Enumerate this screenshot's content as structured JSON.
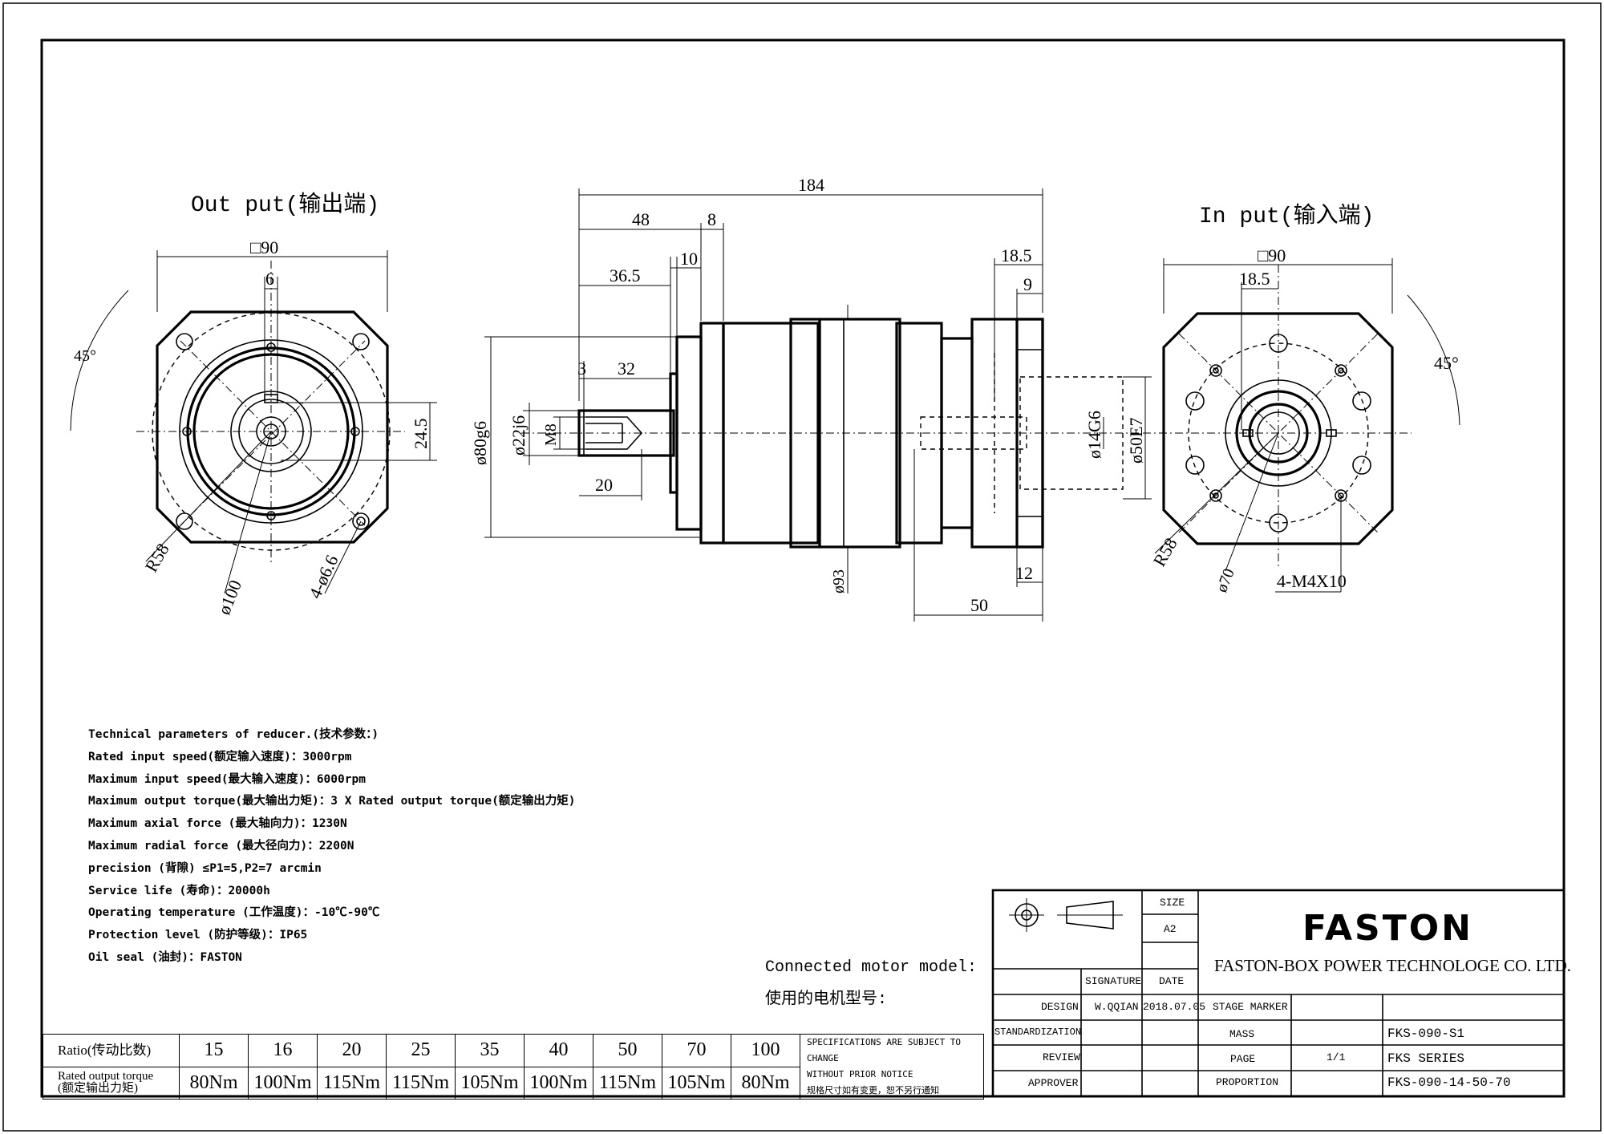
{
  "views": {
    "output_title": "Out put(输出端)",
    "input_title": "In put(输入端)"
  },
  "dims": {
    "out_sq": "□90",
    "out_6": "6",
    "out_45": "45°",
    "out_24_5": "24.5",
    "out_r58": "R58",
    "out_d100": "ø100",
    "out_holes": "4-ø6.6",
    "side_184": "184",
    "side_48": "48",
    "side_8": "8",
    "side_10": "10",
    "side_36_5": "36.5",
    "side_3": "3",
    "side_32": "32",
    "side_20": "20",
    "side_d80": "ø80g6",
    "side_d22": "ø22j6",
    "side_m8": "M8",
    "side_d93": "ø93",
    "side_18_5": "18.5",
    "side_9": "9",
    "side_d14": "ø14G6",
    "side_d50": "ø50E7",
    "side_12": "12",
    "side_50": "50",
    "in_sq": "□90",
    "in_18_5": "18.5",
    "in_45": "45°",
    "in_r58": "R58",
    "in_d70": "ø70",
    "in_holes": "4-M4X10"
  },
  "params": [
    "Technical parameters of reducer.(技术参数：)",
    "Rated input speed(额定输入速度)：3000rpm",
    "Maximum input speed(最大输入速度)：6000rpm",
    "Maximum output torque(最大输出力矩)：3 X Rated output torque(额定输出力矩)",
    "Maximum axial force (最大轴向力)：1230N",
    "Maximum radial force (最大径向力)：2200N",
    "precision (背隙) ≤P1=5,P2=7 arcmin",
    "Service life (寿命)：20000h",
    "Operating temperature (工作温度)：-10℃-90℃",
    "Protection level (防护等级)：IP65",
    "Oil seal (油封)：FASTON"
  ],
  "motor": {
    "line1": "Connected motor model:",
    "line2": "使用的电机型号:"
  },
  "ratio": {
    "ratio_label": "Ratio(传动比数)",
    "torque_label_1": "Rated output torque",
    "torque_label_2": "(额定输出力矩)",
    "ratios": [
      "15",
      "16",
      "20",
      "25",
      "35",
      "40",
      "50",
      "70",
      "100"
    ],
    "torques": [
      "80Nm",
      "100Nm",
      "115Nm",
      "115Nm",
      "105Nm",
      "100Nm",
      "115Nm",
      "105Nm",
      "80Nm"
    ],
    "spec_1": "SPECIFICATIONS ARE SUBJECT TO CHANGE",
    "spec_2": "WITHOUT PRIOR NOTICE",
    "spec_3": "规格尺寸如有变更，恕不另行通知"
  },
  "title_block": {
    "size_label": "SIZE",
    "size_value": "A2",
    "signature": "SIGNATURE",
    "date": "DATE",
    "design": "DESIGN",
    "design_sig": "W.QQIAN",
    "design_date": "2018.07.05",
    "standardization": "STANDARDIZATION",
    "review": "REVIEW",
    "approver": "APPROVER",
    "stage_marker": "STAGE MARKER",
    "mass": "MASS",
    "page": "PAGE",
    "page_value": "1/1",
    "proportion": "PROPORTION",
    "model": "FKS-090-S1",
    "series": "FKS SERIES",
    "part": "FKS-090-14-50-70",
    "logo": "FASTON",
    "company": "FASTON-BOX POWER TECHNOLOGE CO. LTD."
  }
}
